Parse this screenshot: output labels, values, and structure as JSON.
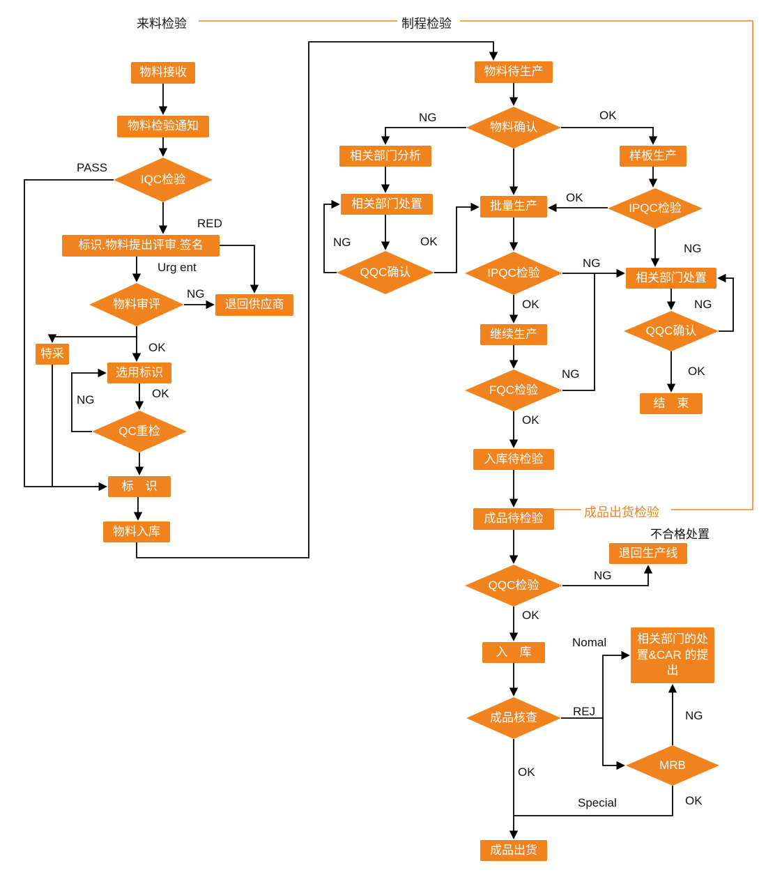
{
  "sections": {
    "incoming": "来料检验",
    "process": "制程检验",
    "shipping": "成品出货检验"
  },
  "nodes": {
    "material_receive": "物料接收",
    "inspection_notice": "物料检验通知",
    "iqc_inspection": "IQC检验",
    "sign_review": "标识.物料提出评审.签名",
    "return_supplier": "退回供应商",
    "material_review": "物料审评",
    "special_accept": "特采",
    "selection_mark": "选用标识",
    "qc_recheck": "QC重检",
    "mark": "标　识",
    "material_storage": "物料入库",
    "material_wait_production": "物料待生产",
    "material_confirm": "物料确认",
    "dept_analysis": "相关部门分析",
    "dept_disposal_mid": "相关部门处置",
    "qqc_confirm_mid": "QQC确认",
    "mass_production": "批量生产",
    "sample_production": "样板生产",
    "ipqc_inspection_right": "IPQC检验",
    "dept_disposal_right": "相关部门处置",
    "qqc_confirm_right": "QQC确认",
    "end": "结　束",
    "ipqc_inspection_mid": "IPQC检验",
    "continue_production": "继续生产",
    "fqc_inspection": "FQC检验",
    "storage_wait_inspection": "入库待检验",
    "finished_wait_inspection": "成品待检验",
    "return_production_line": "退回生产线",
    "qqc_inspection": "QQC检验",
    "storage": "入　库",
    "dept_disposal_car": "相关部门的处置&CAR 的提出",
    "finished_check": "成品核查",
    "mrb": "MRB",
    "finished_shipment": "成品出货"
  },
  "labels": {
    "pass": "PASS",
    "red": "RED",
    "urgent": "Urg ent",
    "ng": "NG",
    "ok": "OK",
    "nomal": "Nomal",
    "rej": "REJ",
    "special": "Special",
    "nonconforming": "不合格处置"
  },
  "colors": {
    "node_fill": "#F0831E",
    "node_text": "#FFFFFF",
    "connector": "#000000",
    "section_line": "#F0831E"
  }
}
